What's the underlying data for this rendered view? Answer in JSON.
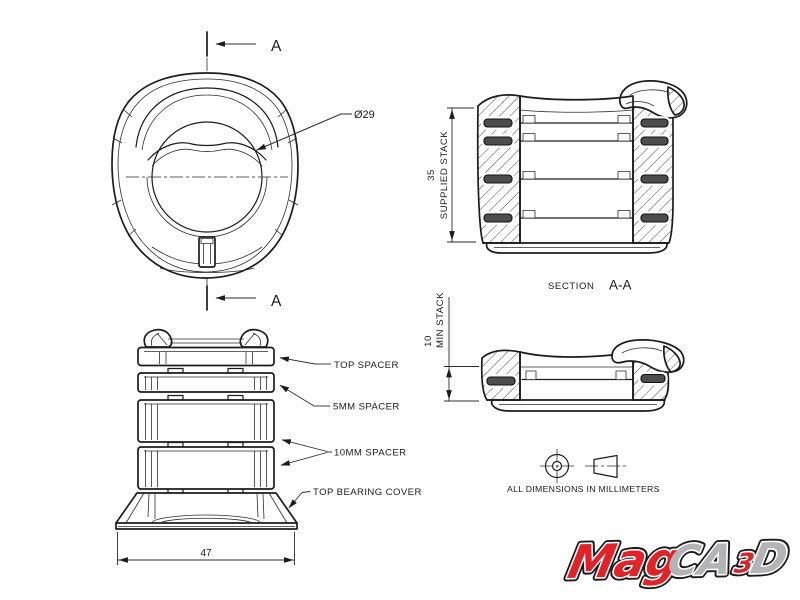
{
  "top_view": {
    "cut_label_top": "A",
    "cut_label_bottom": "A",
    "diameter_label": "Ø29"
  },
  "front_view": {
    "labels": {
      "top_spacer": "TOP SPACER",
      "spacer_5mm": "5MM SPACER",
      "spacer_10mm": "10MM SPACER",
      "top_bearing_cover": "TOP BEARING COVER"
    },
    "width_dim": "47"
  },
  "section_view": {
    "stack_dim_value": "35",
    "stack_dim_label": "SUPPLIED STACK",
    "title_prefix": "SECTION",
    "title_suffix": "A-A"
  },
  "min_stack_view": {
    "stack_dim_value": "10",
    "stack_dim_label": "MIN STACK"
  },
  "notes": {
    "units": "ALL DIMENSIONS IN MILLIMETERS"
  },
  "logo": {
    "part1": "Mag",
    "part2": "CA",
    "part3": "D",
    "part4": "3"
  },
  "colors": {
    "line": "#1c1c1c",
    "clip_fill": "#4d4d4d",
    "logo_red": "#e32228",
    "logo_silver": "#b4b4b6"
  }
}
